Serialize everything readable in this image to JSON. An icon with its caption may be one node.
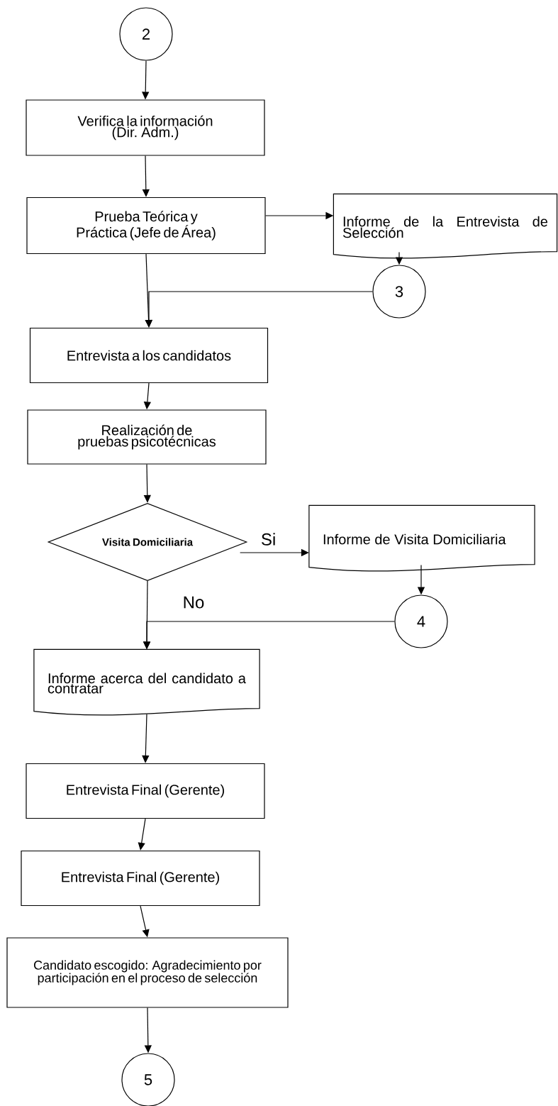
{
  "diagram": {
    "nodes": [
      {
        "text": [
          "2"
        ]
      },
      {
        "text": [
          "Verifica la información (Dir. Adm.)"
        ]
      },
      {
        "text": [
          "Prueba Teórica y Práctica (Jefe de Área)"
        ]
      },
      {
        "text": [
          "Informe de la Entrevista de Selección"
        ]
      },
      {
        "text": [
          "3"
        ]
      },
      {
        "text": [
          "Entrevista a los candidatos"
        ]
      },
      {
        "text": [
          "Realización de pruebas psicotécnicas"
        ]
      },
      {
        "text": [
          "Visita Domiciliaria"
        ]
      },
      {
        "text": [
          "Informe de Visita Domiciliaria"
        ]
      },
      {
        "text": [
          "4"
        ]
      },
      {
        "text": [
          "Informe acerca del candidato a contratar"
        ]
      },
      {
        "text": [
          "Entrevista Final (Gerente)"
        ]
      },
      {
        "text": [
          "Entrevista Final (Gerente)"
        ]
      },
      {
        "text": [
          "Candidato escogido: Agradecimiento por participación en el proceso de selección"
        ]
      },
      {
        "text": [
          "5"
        ]
      }
    ],
    "edges": [
      {
        "from": 0,
        "to": 1,
        "arrow": "to"
      },
      {
        "from": 1,
        "to": 2,
        "arrow": "to"
      },
      {
        "from": 2,
        "to": 3,
        "arrow": "to"
      },
      {
        "from": 3,
        "to": 4,
        "arrow": "to"
      },
      {
        "from": 2,
        "to": 5,
        "arrow": "to"
      },
      {
        "from": 4,
        "to": 5,
        "arrow": "to"
      },
      {
        "from": 5,
        "to": 6,
        "arrow": "to"
      },
      {
        "from": 6,
        "to": 7,
        "arrow": "to"
      },
      {
        "from": 7,
        "to": 8,
        "arrow": "to",
        "label": "Si"
      },
      {
        "from": 8,
        "to": 9,
        "arrow": "to"
      },
      {
        "from": 7,
        "to": 10,
        "arrow": "to",
        "label": "No"
      },
      {
        "from": 9,
        "to": 10,
        "arrow": "to"
      },
      {
        "from": 10,
        "to": 11,
        "arrow": "to"
      },
      {
        "from": 11,
        "to": 12,
        "arrow": "to"
      },
      {
        "from": 12,
        "to": 13,
        "arrow": "to"
      },
      {
        "from": 13,
        "to": 14,
        "arrow": "to"
      }
    ]
  }
}
